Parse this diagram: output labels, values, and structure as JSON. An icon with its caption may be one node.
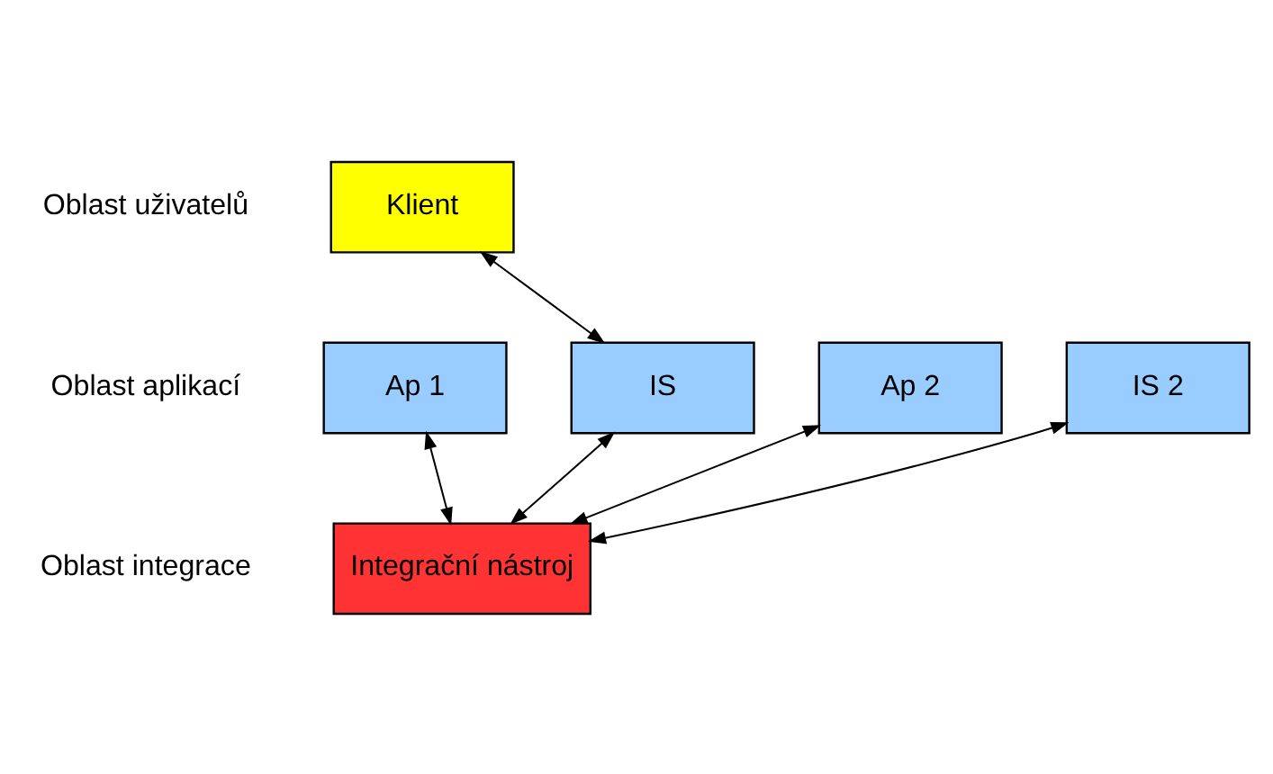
{
  "diagram": {
    "nodes": [
      {
        "text": [
          "Klient"
        ]
      },
      {
        "text": [
          "Ap 1"
        ]
      },
      {
        "text": [
          "IS"
        ]
      },
      {
        "text": [
          "Ap 2"
        ]
      },
      {
        "text": [
          "IS 2"
        ]
      },
      {
        "text": [
          "Integrační nástroj"
        ]
      }
    ],
    "edges": [
      {
        "from": 0,
        "to": 2,
        "arrow": "both"
      },
      {
        "from": 5,
        "to": 1,
        "arrow": "both"
      },
      {
        "from": 5,
        "to": 2,
        "arrow": "both"
      },
      {
        "from": 5,
        "to": 3,
        "arrow": "both"
      },
      {
        "from": 5,
        "to": 4,
        "arrow": "both"
      }
    ],
    "labels": [
      "Oblast uživatelů",
      "Oblast aplikací",
      "Oblast integrace"
    ]
  }
}
